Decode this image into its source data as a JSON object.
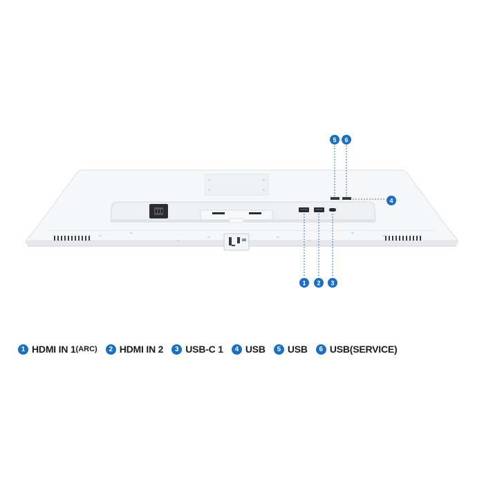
{
  "colors": {
    "badge": "#1a6fc0",
    "body": "#f5f6f7",
    "edge": "#d3d6da",
    "text": "#1b1b1b"
  },
  "icons": [
    "power-socket-icon",
    "hdmi-port-icon",
    "usb-c-port-icon",
    "usb-port-icon",
    "vent-grille-icon",
    "stand-mount-icon"
  ],
  "callouts": [
    {
      "number": "5"
    },
    {
      "number": "6"
    },
    {
      "number": "4"
    },
    {
      "number": "1"
    },
    {
      "number": "2"
    },
    {
      "number": "3"
    }
  ],
  "legend": [
    {
      "number": "1",
      "label": "HDMI IN 1",
      "sub": "(ARC)"
    },
    {
      "number": "2",
      "label": "HDMI IN 2",
      "sub": ""
    },
    {
      "number": "3",
      "label": "USB-C 1",
      "sub": ""
    },
    {
      "number": "4",
      "label": "USB",
      "sub": ""
    },
    {
      "number": "5",
      "label": "USB",
      "sub": ""
    },
    {
      "number": "6",
      "label": "USB(SERVICE)",
      "sub": ""
    }
  ]
}
